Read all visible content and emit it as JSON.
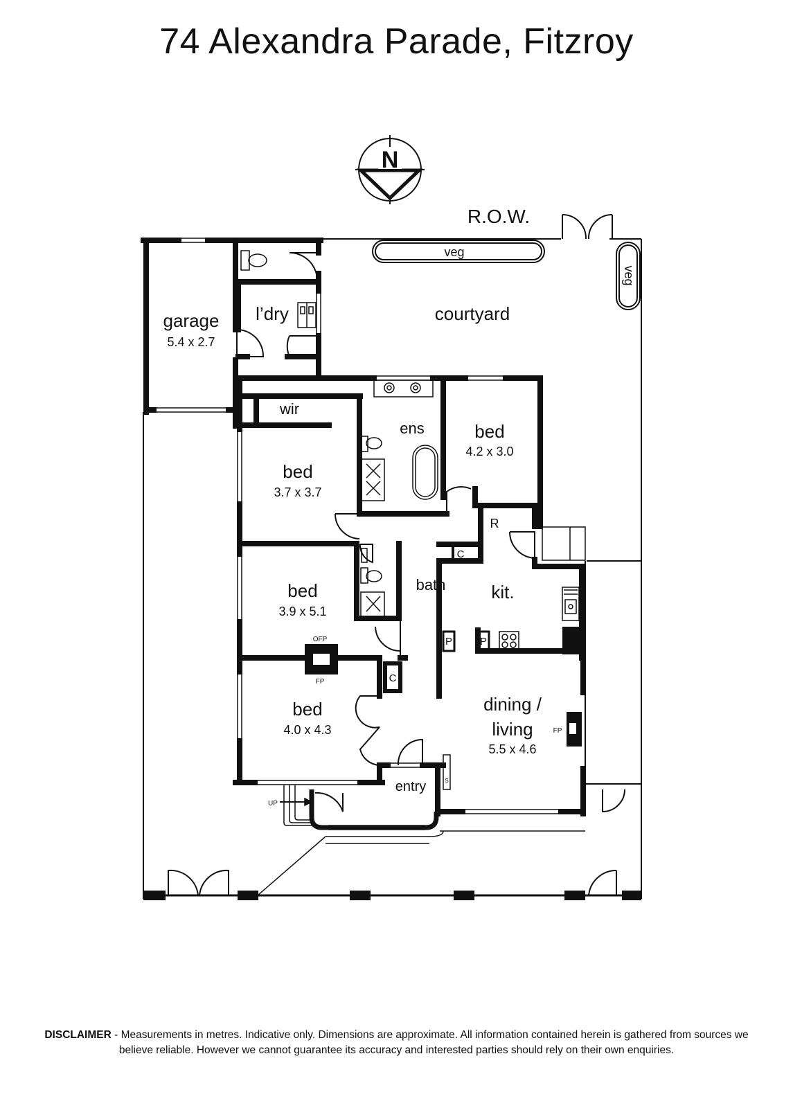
{
  "title": "74 Alexandra Parade, Fitzroy",
  "compass": {
    "label": "N"
  },
  "row_label": "R.O.W.",
  "rooms": {
    "garage": {
      "name": "garage",
      "dims": "5.4 x 2.7"
    },
    "laundry": {
      "name": "l’dry"
    },
    "courtyard": {
      "name": "courtyard"
    },
    "veg_top": {
      "name": "veg"
    },
    "veg_right": {
      "name": "veg"
    },
    "wir": {
      "name": "wir"
    },
    "ensuite": {
      "name": "ens"
    },
    "bed1": {
      "name": "bed",
      "dims": "3.7 x 3.7"
    },
    "bed2": {
      "name": "bed",
      "dims": "4.2 x 3.0"
    },
    "bed3": {
      "name": "bed",
      "dims": "3.9 x 5.1"
    },
    "bed4": {
      "name": "bed",
      "dims": "4.0 x 4.3"
    },
    "bath": {
      "name": "bath"
    },
    "kitchen": {
      "name": "kit."
    },
    "dining": {
      "name_line1": "dining /",
      "name_line2": "living",
      "dims": "5.5 x 4.6"
    },
    "entry": {
      "name": "entry"
    }
  },
  "markers": {
    "r": "R",
    "c1": "C",
    "c2": "C",
    "p1": "P",
    "p2": "P",
    "ofp": "OFP",
    "fp1": "FP",
    "fp2": "FP",
    "s": "S",
    "up": "UP"
  },
  "disclaimer": {
    "heading": "DISCLAIMER",
    "text": " - Measurements in metres. Indicative only. Dimensions are approximate. All information contained herein is gathered from sources we believe reliable. However we cannot guarantee its accuracy and interested parties should rely on their own enquiries."
  }
}
